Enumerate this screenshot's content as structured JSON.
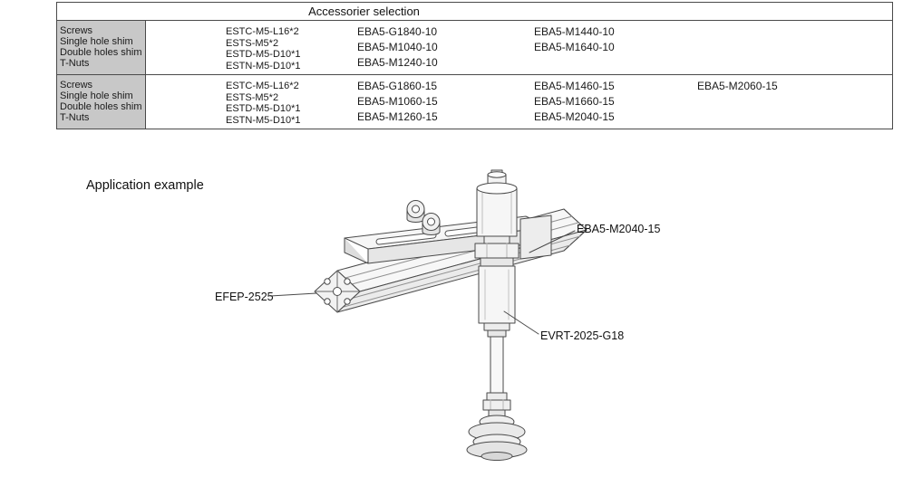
{
  "table": {
    "title": "Accessorier selection",
    "rows": [
      {
        "labels": [
          "Screws",
          "Single hole shim",
          "Double holes shim",
          "T-Nuts"
        ],
        "est_parts": [
          "ESTC-M5-L16*2",
          "ESTS-M5*2",
          "ESTD-M5-D10*1",
          "ESTN-M5-D10*1"
        ],
        "eba_parts_1": [
          "EBA5-G1840-10",
          "EBA5-M1040-10",
          "EBA5-M1240-10"
        ],
        "eba_parts_2": [
          "EBA5-M1440-10",
          "EBA5-M1640-10"
        ],
        "eba_parts_3": []
      },
      {
        "labels": [
          "Screws",
          "Single hole shim",
          "Double holes shim",
          "T-Nuts"
        ],
        "est_parts": [
          "ESTC-M5-L16*2",
          "ESTS-M5*2",
          "ESTD-M5-D10*1",
          "ESTN-M5-D10*1"
        ],
        "eba_parts_1": [
          "EBA5-G1860-15",
          "EBA5-M1060-15",
          "EBA5-M1260-15"
        ],
        "eba_parts_2": [
          "EBA5-M1460-15",
          "EBA5-M1660-15",
          "EBA5-M2040-15"
        ],
        "eba_parts_3": [
          "EBA5-M2060-15"
        ]
      }
    ]
  },
  "application": {
    "title": "Application example",
    "callouts": [
      {
        "id": "bracket",
        "label": "EBA5-M2040-15"
      },
      {
        "id": "profile",
        "label": "EFEP-2525"
      },
      {
        "id": "tool",
        "label": "EVRT-2025-G18"
      }
    ]
  },
  "colors": {
    "label_cell_gray": "#c8c8c8",
    "table_border": "#4a4a4a",
    "drawing_line": "#4a4a4a"
  }
}
